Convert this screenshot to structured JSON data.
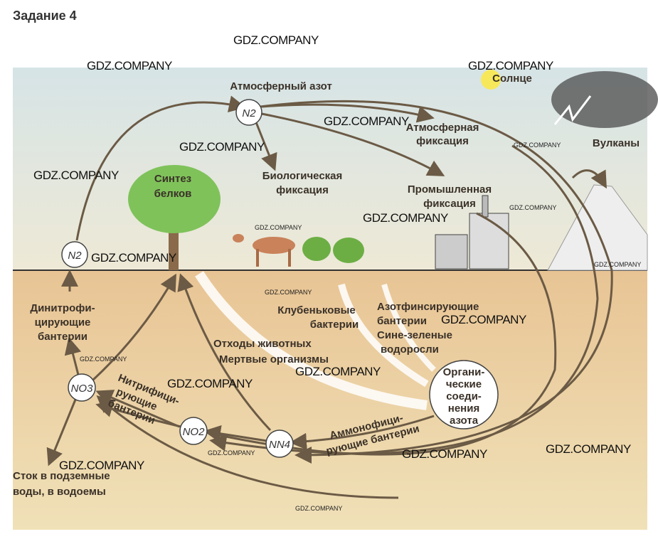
{
  "title": "Задание 4",
  "labels": {
    "atm_nitrogen": "Атмосферный азот",
    "sun": "Солнце",
    "atm_fixation_1": "Атмосферная",
    "atm_fixation_2": "фиксация",
    "volcanoes": "Вулканы",
    "protein_1": "Синтез",
    "protein_2": "белков",
    "bio_fix_1": "Биологическая",
    "bio_fix_2": "фиксация",
    "ind_fix_1": "Промышленная",
    "ind_fix_2": "фиксация",
    "denitr_1": "Динитрофи-",
    "denitr_2": "цирующие",
    "denitr_3": "бантерии",
    "nodule_1": "Клубеньковые",
    "nodule_2": "бактерии",
    "azotfix_1": "Азотфинсирующие",
    "azotfix_2": "бантерии",
    "azotfix_3": "Сине-зеленые",
    "azotfix_4": "водоросли",
    "waste_1": "Отходы животных",
    "waste_2": "Мертвые организмы",
    "organic_1": "Органи-",
    "organic_2": "ческие",
    "organic_3": "соеди-",
    "organic_4": "нения",
    "organic_5": "азота",
    "nitr_1": "Нитрифици-",
    "nitr_2": "рующие",
    "nitr_3": "бантерии",
    "ammon_1": "Аммонофици-",
    "ammon_2": "рующие бантерии",
    "runoff_1": "Сток в подземные",
    "runoff_2": "воды, в водоемы"
  },
  "nodes": {
    "n2_top": "N2",
    "n2_left": "N2",
    "no3": "NO3",
    "no2": "NO2",
    "nn4": "NN4"
  },
  "watermark": "GDZ.COMPANY",
  "colors": {
    "sky": "#dfe8e6",
    "ground": "#e9c99c",
    "arrow": "#6b5a45"
  }
}
